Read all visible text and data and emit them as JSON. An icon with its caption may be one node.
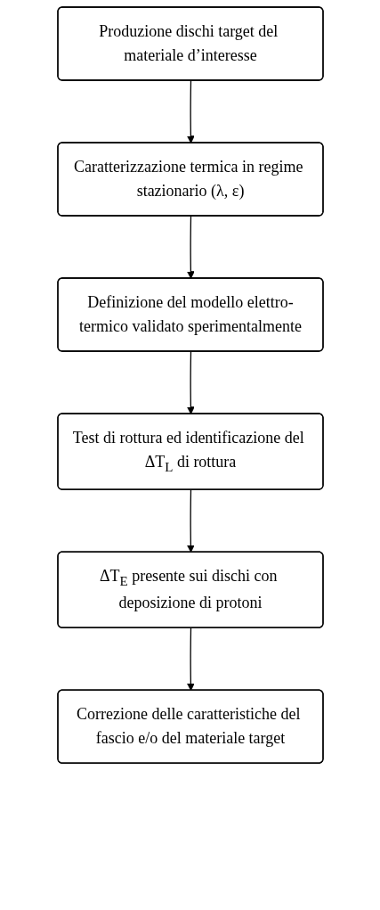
{
  "diagram": {
    "nodes": [
      {
        "text": [
          "Produzione dischi target del materiale d’interesse"
        ]
      },
      {
        "text": [
          "Caratterizzazione termica in regime stazionario (λ, ε)"
        ]
      },
      {
        "text": [
          "Definizione del modello elettro-termico validato sperimentalmente"
        ]
      },
      {
        "text": [
          "Test di rottura ed identificazione del ΔT$_{L}$ di rottura"
        ]
      },
      {
        "text": [
          "ΔT$_{E}$ presente sui dischi con deposizione di protoni"
        ]
      },
      {
        "text": [
          "Correzione delle caratteristiche del fascio e/o del materiale target"
        ]
      }
    ],
    "edges": [
      {
        "from": 0,
        "to": 1,
        "arrow": "to"
      },
      {
        "from": 1,
        "to": 2,
        "arrow": "to"
      },
      {
        "from": 2,
        "to": 3,
        "arrow": "to"
      },
      {
        "from": 3,
        "to": 4,
        "arrow": "to"
      },
      {
        "from": 4,
        "to": 5,
        "arrow": "to"
      }
    ]
  }
}
